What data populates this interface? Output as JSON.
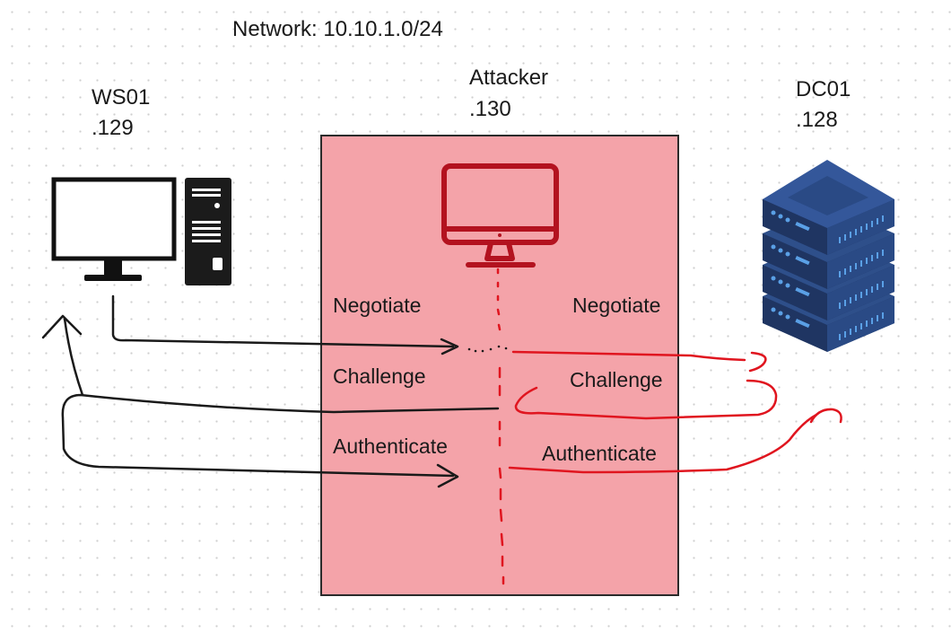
{
  "network": {
    "label": "Network: 10.10.1.0/24"
  },
  "hosts": {
    "ws01": {
      "name": "WS01",
      "ip": ".129",
      "icon": "desktop-computer-icon"
    },
    "attacker": {
      "name": "Attacker",
      "ip": ".130",
      "icon": "monitor-icon"
    },
    "dc01": {
      "name": "DC01",
      "ip": ".128",
      "icon": "server-stack-icon"
    }
  },
  "flows": {
    "left": {
      "negotiate": "Negotiate",
      "challenge": "Challenge",
      "authenticate": "Authenticate"
    },
    "right": {
      "negotiate": "Negotiate",
      "challenge": "Challenge",
      "authenticate": "Authenticate"
    }
  },
  "colors": {
    "attacker_zone": "#f4a3a9",
    "attacker_icon": "#b3121f",
    "red_flow": "#e0151f",
    "black_flow": "#1a1a1a",
    "server_body": "#26406e",
    "server_light": "#5aa0e6"
  }
}
